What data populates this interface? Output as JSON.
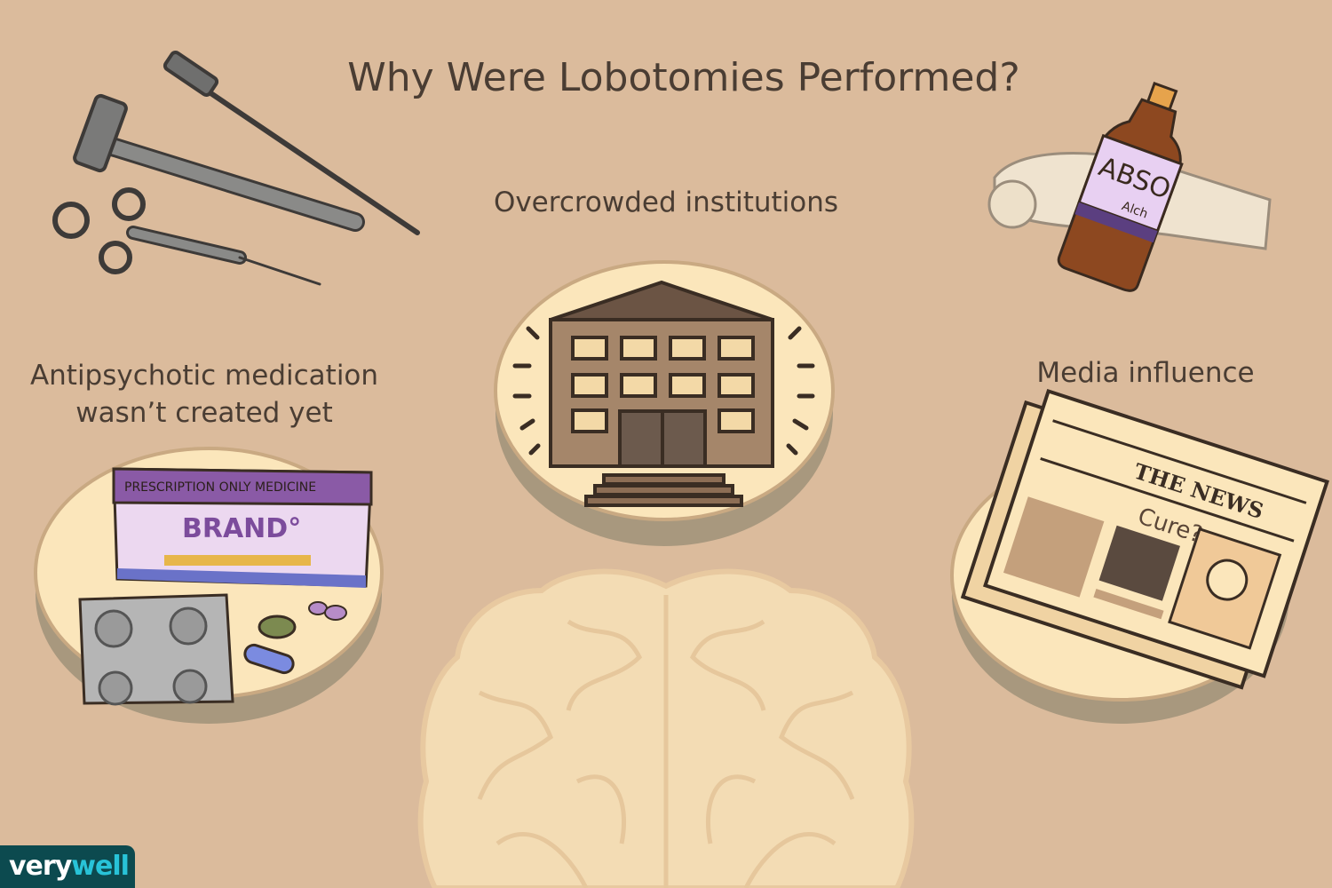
{
  "title": "Why Were Lobotomies Performed?",
  "captions": {
    "overcrowded": "Overcrowded institutions",
    "antipsychotic_line1": "Antipsychotic medication",
    "antipsychotic_line2": "wasn’t created yet",
    "media": "Media influence"
  },
  "illustration_labels": {
    "medicine_box_header": "PRESCRIPTION ONLY MEDICINE",
    "medicine_brand": "BRAND°",
    "newspaper_title": "THE NEWS",
    "newspaper_headline": "Cure?",
    "bottle_label": "ABSO",
    "bottle_sublabel": "Alch"
  },
  "logo": {
    "part1": "very",
    "part2": "well"
  },
  "colors": {
    "background": "#dbbb9c",
    "text": "#4a3d33",
    "plate": "#fbe6bb",
    "logo_bg": "#0c4a4f",
    "logo_accent": "#28c3d8"
  }
}
